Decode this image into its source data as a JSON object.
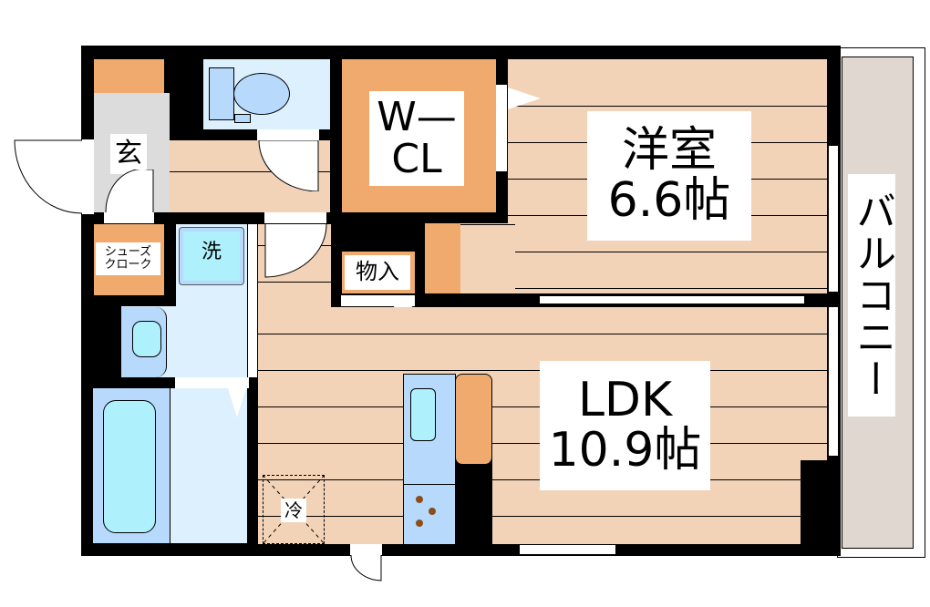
{
  "floorplan": {
    "rooms": {
      "western_room": {
        "name": "洋室",
        "size": "6.6帖"
      },
      "ldk": {
        "name": "LDK",
        "size": "10.9帖"
      },
      "walk_in_closet": {
        "line1": "W—",
        "line2": "CL"
      },
      "storage": {
        "name": "物入"
      },
      "entrance": {
        "name": "玄"
      },
      "shoes_cloak": {
        "line1": "シューズ",
        "line2": "クローク"
      },
      "washer": {
        "name": "洗"
      },
      "fridge": {
        "name": "冷"
      },
      "balcony": {
        "name": "バルコニー"
      }
    },
    "colors": {
      "floor": "#f2d3b8",
      "storage": "#f0aa6e",
      "wet_area": "#ddf0fe",
      "fixture": "#b7d9fb",
      "water": "#aef0fb",
      "entrance": "#dcdcdc",
      "balcony": "#e0d8d0",
      "wall": "#000000"
    }
  }
}
